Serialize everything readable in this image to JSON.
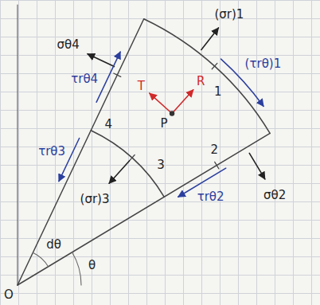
{
  "diagram": {
    "labels": [
      "σθ4",
      "(σr)1",
      "τrθ4",
      "(τrθ)1",
      "T",
      "R",
      "P",
      "1",
      "4",
      "2",
      "τrθ3",
      "(σr)3",
      "3",
      "τrθ2",
      "σθ2",
      "dθ",
      "θ",
      "O"
    ]
  }
}
